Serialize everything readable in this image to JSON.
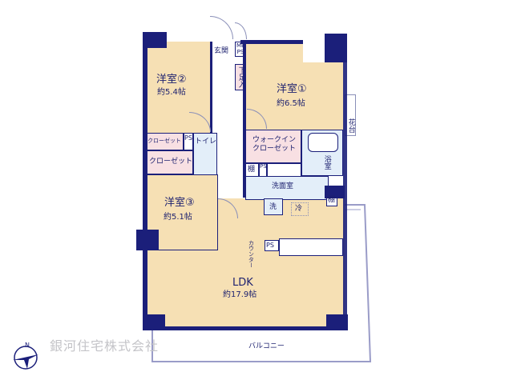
{
  "rooms": {
    "room2": {
      "name": "洋室②",
      "area": "約5.4帖"
    },
    "room1": {
      "name": "洋室①",
      "area": "約6.5帖"
    },
    "room3": {
      "name": "洋室③",
      "area": "約5.1帖"
    },
    "ldk": {
      "name": "LDK",
      "area": "約17.9帖"
    }
  },
  "labels": {
    "entrance": "玄関",
    "mbps": "MB PS",
    "shoe": "下足入",
    "closet1": "クローゼット",
    "ps1": "PS",
    "toilet": "トイレ",
    "closet2": "クローゼット",
    "wic": "ウォークイン クローゼット",
    "bath": "浴室",
    "shelf1": "棚",
    "ps2": "PS",
    "washroom": "洗面室",
    "washer": "洗",
    "fridge": "冷",
    "shelf2": "棚",
    "planter": "花台",
    "ps3": "PS",
    "counter": "カウンター",
    "balcony": "バルコニー",
    "compass": "N"
  },
  "company": "銀河住宅株式会社",
  "colors": {
    "wall": "#1b1f7a",
    "room": "#f6e0b4",
    "storage": "#f8e0e3",
    "wet": "#e3eef9"
  }
}
